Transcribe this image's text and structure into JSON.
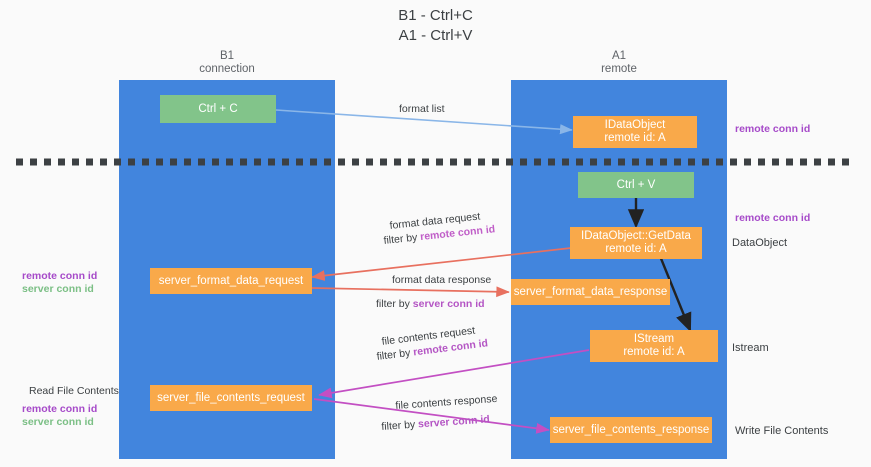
{
  "title": {
    "line1": "B1 - Ctrl+C",
    "line2": "A1 - Ctrl+V"
  },
  "columns": [
    {
      "name": "B1",
      "sub": "connection"
    },
    {
      "name": "A1",
      "sub": "remote"
    }
  ],
  "nodes": {
    "ctrl_c": "Ctrl + C",
    "ctrl_v": "Ctrl + V",
    "idataobject": {
      "line1": "IDataObject",
      "line2": "remote id: A"
    },
    "getdata": {
      "line1": "IDataObject::GetData",
      "line2": "remote id: A"
    },
    "istream": {
      "line1": "IStream",
      "line2": "remote id: A"
    },
    "server_format_data_request": "server_format_data_request",
    "server_format_data_response": "server_format_data_response",
    "server_file_contents_request": "server_file_contents_request",
    "server_file_contents_response": "server_file_contents_response"
  },
  "edges": {
    "format_list": "format list",
    "format_data_request": "format data request",
    "format_data_request_filter_prefix": "filter by ",
    "format_data_request_filter_key": "remote conn id",
    "format_data_response": "format data response",
    "format_data_response_filter_prefix": "filter by ",
    "format_data_response_filter_key": "server conn id",
    "file_contents_request": "file contents request",
    "file_contents_request_filter_prefix": "filter by ",
    "file_contents_request_filter_key": "remote conn id",
    "file_contents_response": "file contents response",
    "file_contents_response_filter_prefix": "filter by ",
    "file_contents_response_filter_key": "server conn id"
  },
  "annotations": {
    "right_remote_conn_id_top": "remote conn id",
    "right_remote_conn_id_mid": "remote conn id",
    "right_dataobject": "DataObject",
    "right_istream": "Istream",
    "right_write_file_contents": "Write File Contents",
    "left_remote_conn_id_mid": "remote conn id",
    "left_server_conn_id_mid": "server conn id",
    "left_read_file_contents": "Read File Contents",
    "left_remote_conn_id_bot": "remote conn id",
    "left_server_conn_id_bot": "server conn id"
  },
  "colors": {
    "lane": "#4285dd",
    "green_node": "#82c48a",
    "orange_node": "#f9a94a",
    "purple_text": "#a64ac9",
    "green_text": "#7bbf85",
    "divider": "#3c4043",
    "arrow_blue": "#8ab6e8",
    "arrow_red": "#e8705f",
    "arrow_black": "#222222",
    "arrow_magenta": "#c34fc3"
  }
}
